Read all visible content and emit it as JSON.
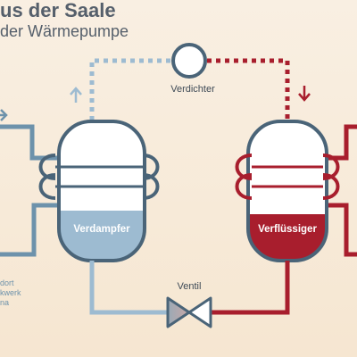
{
  "header": {
    "title_fragment": "us der Saale",
    "subtitle_fragment": "der Wärmepumpe"
  },
  "labels": {
    "compressor": "Verdichter",
    "evaporator": "Verdampfer",
    "condenser": "Verflüssiger",
    "valve": "Ventil",
    "left_note": [
      "dort",
      "kwerk",
      "na"
    ]
  },
  "colors": {
    "cold": "#6d92ab",
    "cold_light": "#9dbbd1",
    "hot": "#a81e2d",
    "tank_outline": "#4a6478",
    "title": "#555f6b"
  },
  "icons": [
    "up-arrow-icon",
    "down-arrow-icon",
    "right-arrow-icon",
    "compressor-icon",
    "valve-icon"
  ]
}
